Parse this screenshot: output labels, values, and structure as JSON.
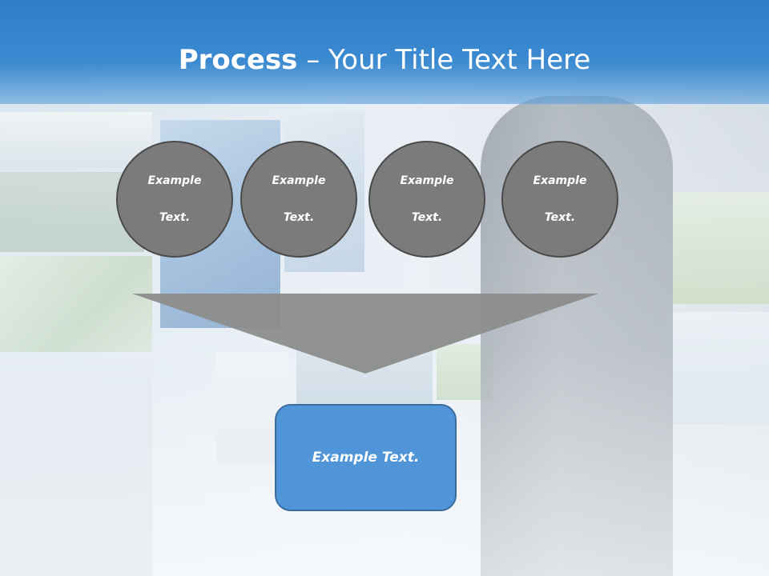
{
  "slide": {
    "title_bold": "Process",
    "title_rest": " – Your Title Text Here"
  },
  "circles": [
    {
      "line1": "Example",
      "line2": "Text."
    },
    {
      "line1": "Example",
      "line2": "Text."
    },
    {
      "line1": "Example",
      "line2": "Text."
    },
    {
      "line1": "Example",
      "line2": "Text."
    }
  ],
  "result_box": {
    "label": "Example Text."
  },
  "colors": {
    "title_bar": "#2f7ec9",
    "circle_fill": "#7b7b7b",
    "funnel_fill": "#8c8c8c",
    "box_fill": "#4f95d8"
  }
}
